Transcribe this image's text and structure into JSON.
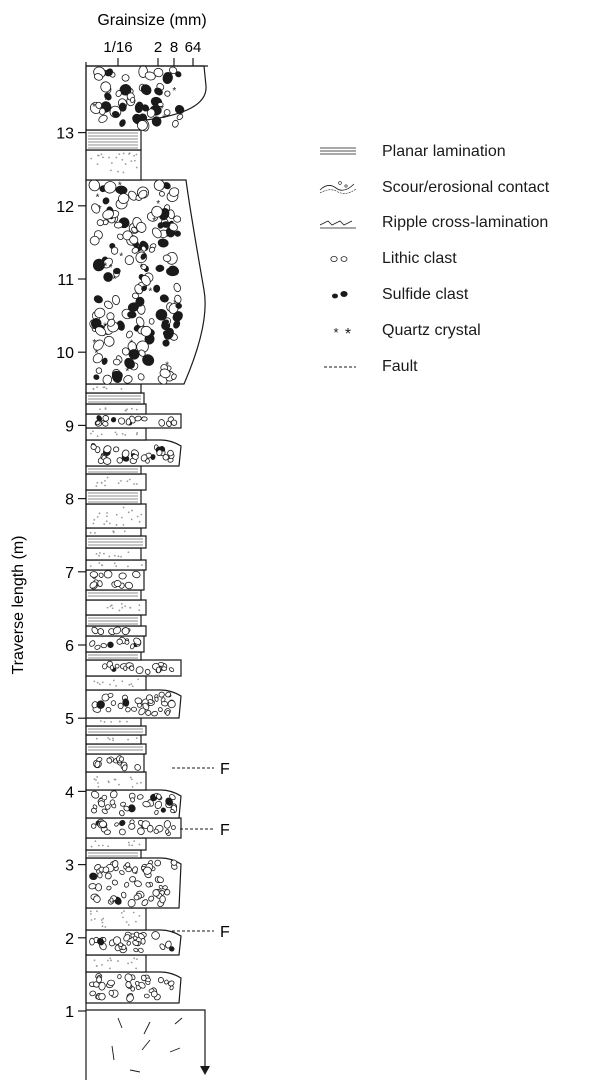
{
  "axes": {
    "top_title": "Grainsize (mm)",
    "grain_ticks": [
      "1/16",
      "2",
      "8",
      "64"
    ],
    "y_title": "Traverse length (m)",
    "y_ticks": [
      "1",
      "2",
      "3",
      "4",
      "5",
      "6",
      "7",
      "8",
      "9",
      "10",
      "11",
      "12",
      "13"
    ]
  },
  "fault_marker": "F",
  "legend": [
    {
      "key": "planar",
      "label": "Planar lamination",
      "icon": "planar-lamination-icon"
    },
    {
      "key": "scour",
      "label": "Scour/erosional contact",
      "icon": "scour-contact-icon"
    },
    {
      "key": "ripple",
      "label": "Ripple cross-lamination",
      "icon": "ripple-lamination-icon"
    },
    {
      "key": "lithic",
      "label": "Lithic clast",
      "icon": "lithic-clast-icon"
    },
    {
      "key": "sulfide",
      "label": "Sulfide clast",
      "icon": "sulfide-clast-icon"
    },
    {
      "key": "quartz",
      "label": "Quartz crystal",
      "icon": "quartz-crystal-icon"
    },
    {
      "key": "fault",
      "label": "Fault",
      "icon": "fault-line-icon"
    }
  ],
  "colors": {
    "ink": "#1a1a1a",
    "fill": "#ffffff",
    "sand_dot": "#9a9a9a"
  }
}
